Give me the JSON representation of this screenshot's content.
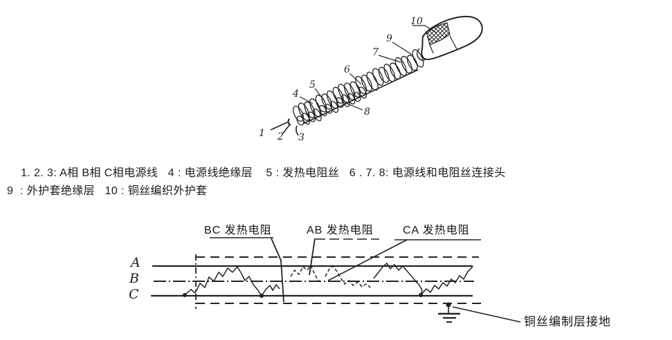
{
  "figure_cable": {
    "part_labels": [
      "1",
      "2",
      "3",
      "4",
      "5",
      "6",
      "7",
      "8",
      "9",
      "10"
    ]
  },
  "caption": {
    "line1": "1. 2. 3: A相 B相 C相电源线   4 : 电源线绝缘层    5 : 发热电阻丝   6 . 7. 8: 电源线和电阻丝连接头",
    "line2": "9  : 外护套绝缘层   10 : 铜丝编织外护套"
  },
  "figure_circuit": {
    "phase_labels": [
      "A",
      "B",
      "C"
    ],
    "resistor_labels": [
      "BC 发热电阻",
      "AB 发热电阻",
      "CA 发热电阻"
    ],
    "ground_label": "铜丝编制层接地"
  },
  "colors": {
    "ink": "#222222",
    "background": "#ffffff"
  }
}
